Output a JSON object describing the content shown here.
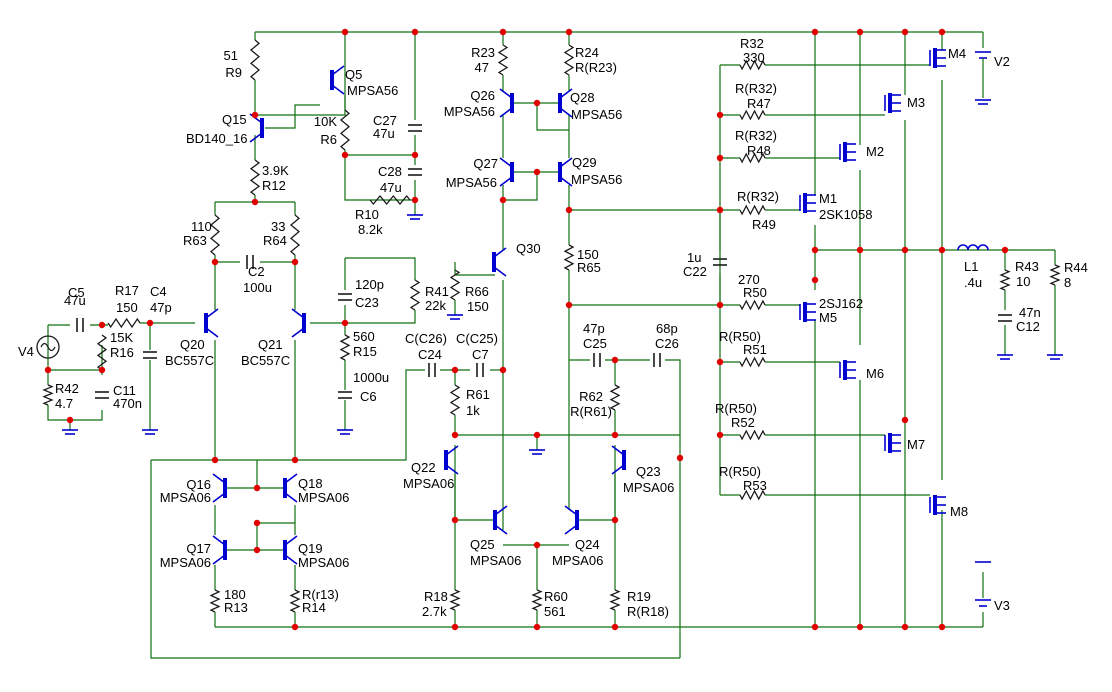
{
  "colors": {
    "wire": "#107010",
    "component": "#0000d0",
    "junction": "#e00000",
    "emphasis_resistor": "#c00000",
    "background": "#ffffff"
  },
  "components": {
    "R9": {
      "ref": "R9",
      "value": "51"
    },
    "Q5": {
      "ref": "Q5",
      "model": "MPSA56"
    },
    "Q15": {
      "ref": "Q15",
      "model": "BD140_16"
    },
    "R6": {
      "ref": "R6",
      "value": "10K"
    },
    "C27": {
      "ref": "C27",
      "value": "47u"
    },
    "C28": {
      "ref": "C28",
      "value": "47u"
    },
    "R10": {
      "ref": "R10",
      "value": "8.2k"
    },
    "R12": {
      "ref": "R12",
      "value": "3.9K"
    },
    "R63": {
      "ref": "R63",
      "value": "110"
    },
    "R64": {
      "ref": "R64",
      "value": "33"
    },
    "C2": {
      "ref": "C2",
      "value": "100u"
    },
    "C5": {
      "ref": "C5",
      "value": "47u"
    },
    "R17": {
      "ref": "R17",
      "value": "150"
    },
    "C4": {
      "ref": "C4",
      "value": "47p"
    },
    "R16": {
      "ref": "R16",
      "value": "15K"
    },
    "V4": {
      "ref": "V4"
    },
    "R42": {
      "ref": "R42",
      "value": "4.7"
    },
    "C11": {
      "ref": "C11",
      "value": "470n"
    },
    "Q20": {
      "ref": "Q20",
      "model": "BC557C"
    },
    "Q21": {
      "ref": "Q21",
      "model": "BC557C"
    },
    "C23": {
      "ref": "C23",
      "value": "120p"
    },
    "R41": {
      "ref": "R41",
      "value": "22k"
    },
    "R15": {
      "ref": "R15",
      "value": "560"
    },
    "C6": {
      "ref": "C6",
      "value": "1000u"
    },
    "R23": {
      "ref": "R23",
      "value": "47"
    },
    "R24": {
      "ref": "R24",
      "value": "R(R23)"
    },
    "Q26": {
      "ref": "Q26",
      "model": "MPSA56"
    },
    "Q28": {
      "ref": "Q28",
      "model": "MPSA56"
    },
    "Q27": {
      "ref": "Q27",
      "model": "MPSA56"
    },
    "Q29": {
      "ref": "Q29",
      "model": "MPSA56"
    },
    "Q30": {
      "ref": "Q30"
    },
    "R66": {
      "ref": "R66",
      "value": "150"
    },
    "R65": {
      "ref": "R65",
      "value": "150"
    },
    "C24": {
      "ref": "C24",
      "value": "C(C26)"
    },
    "C7": {
      "ref": "C7",
      "value": "C(C25)"
    },
    "R61": {
      "ref": "R61",
      "value": "1k"
    },
    "C25": {
      "ref": "C25",
      "value": "47p"
    },
    "C26": {
      "ref": "C26",
      "value": "68p"
    },
    "R62": {
      "ref": "R62",
      "value": "R(R61)"
    },
    "Q22": {
      "ref": "Q22",
      "model": "MPSA06"
    },
    "Q23": {
      "ref": "Q23",
      "model": "MPSA06"
    },
    "Q25": {
      "ref": "Q25",
      "model": "MPSA06"
    },
    "Q24": {
      "ref": "Q24",
      "model": "MPSA06"
    },
    "R18": {
      "ref": "R18",
      "value": "2.7k"
    },
    "R60": {
      "ref": "R60",
      "value": "561"
    },
    "R19": {
      "ref": "R19",
      "value": "R(R18)"
    },
    "Q16": {
      "ref": "Q16",
      "model": "MPSA06"
    },
    "Q18": {
      "ref": "Q18",
      "model": "MPSA06"
    },
    "Q17": {
      "ref": "Q17",
      "model": "MPSA06"
    },
    "Q19": {
      "ref": "Q19",
      "model": "MPSA06"
    },
    "R13": {
      "ref": "R13",
      "value": "180"
    },
    "R14": {
      "ref": "R14",
      "value": "R(r13)"
    },
    "R32": {
      "ref": "R32",
      "value": "330"
    },
    "R47": {
      "ref": "R47",
      "value": "R(R32)"
    },
    "R48": {
      "ref": "R48",
      "value": "R(R32)"
    },
    "R49": {
      "ref": "R49",
      "value": "R(R32)"
    },
    "R50": {
      "ref": "R50",
      "value": "270"
    },
    "R51": {
      "ref": "R51",
      "value": "R(R50)"
    },
    "R52": {
      "ref": "R52",
      "value": "R(R50)"
    },
    "R53": {
      "ref": "R53",
      "value": "R(R50)"
    },
    "C22": {
      "ref": "C22",
      "value": "1u"
    },
    "M1": {
      "ref": "M1",
      "model": "2SK1058"
    },
    "M2": {
      "ref": "M2"
    },
    "M3": {
      "ref": "M3"
    },
    "M4": {
      "ref": "M4"
    },
    "M5": {
      "ref": "M5",
      "model": "2SJ162"
    },
    "M6": {
      "ref": "M6"
    },
    "M7": {
      "ref": "M7"
    },
    "M8": {
      "ref": "M8"
    },
    "V2": {
      "ref": "V2"
    },
    "V3": {
      "ref": "V3"
    },
    "L1": {
      "ref": "L1",
      "value": ".4u"
    },
    "R43": {
      "ref": "R43",
      "value": "10"
    },
    "C12": {
      "ref": "C12",
      "value": "47n"
    },
    "R44": {
      "ref": "R44",
      "value": "8"
    }
  }
}
